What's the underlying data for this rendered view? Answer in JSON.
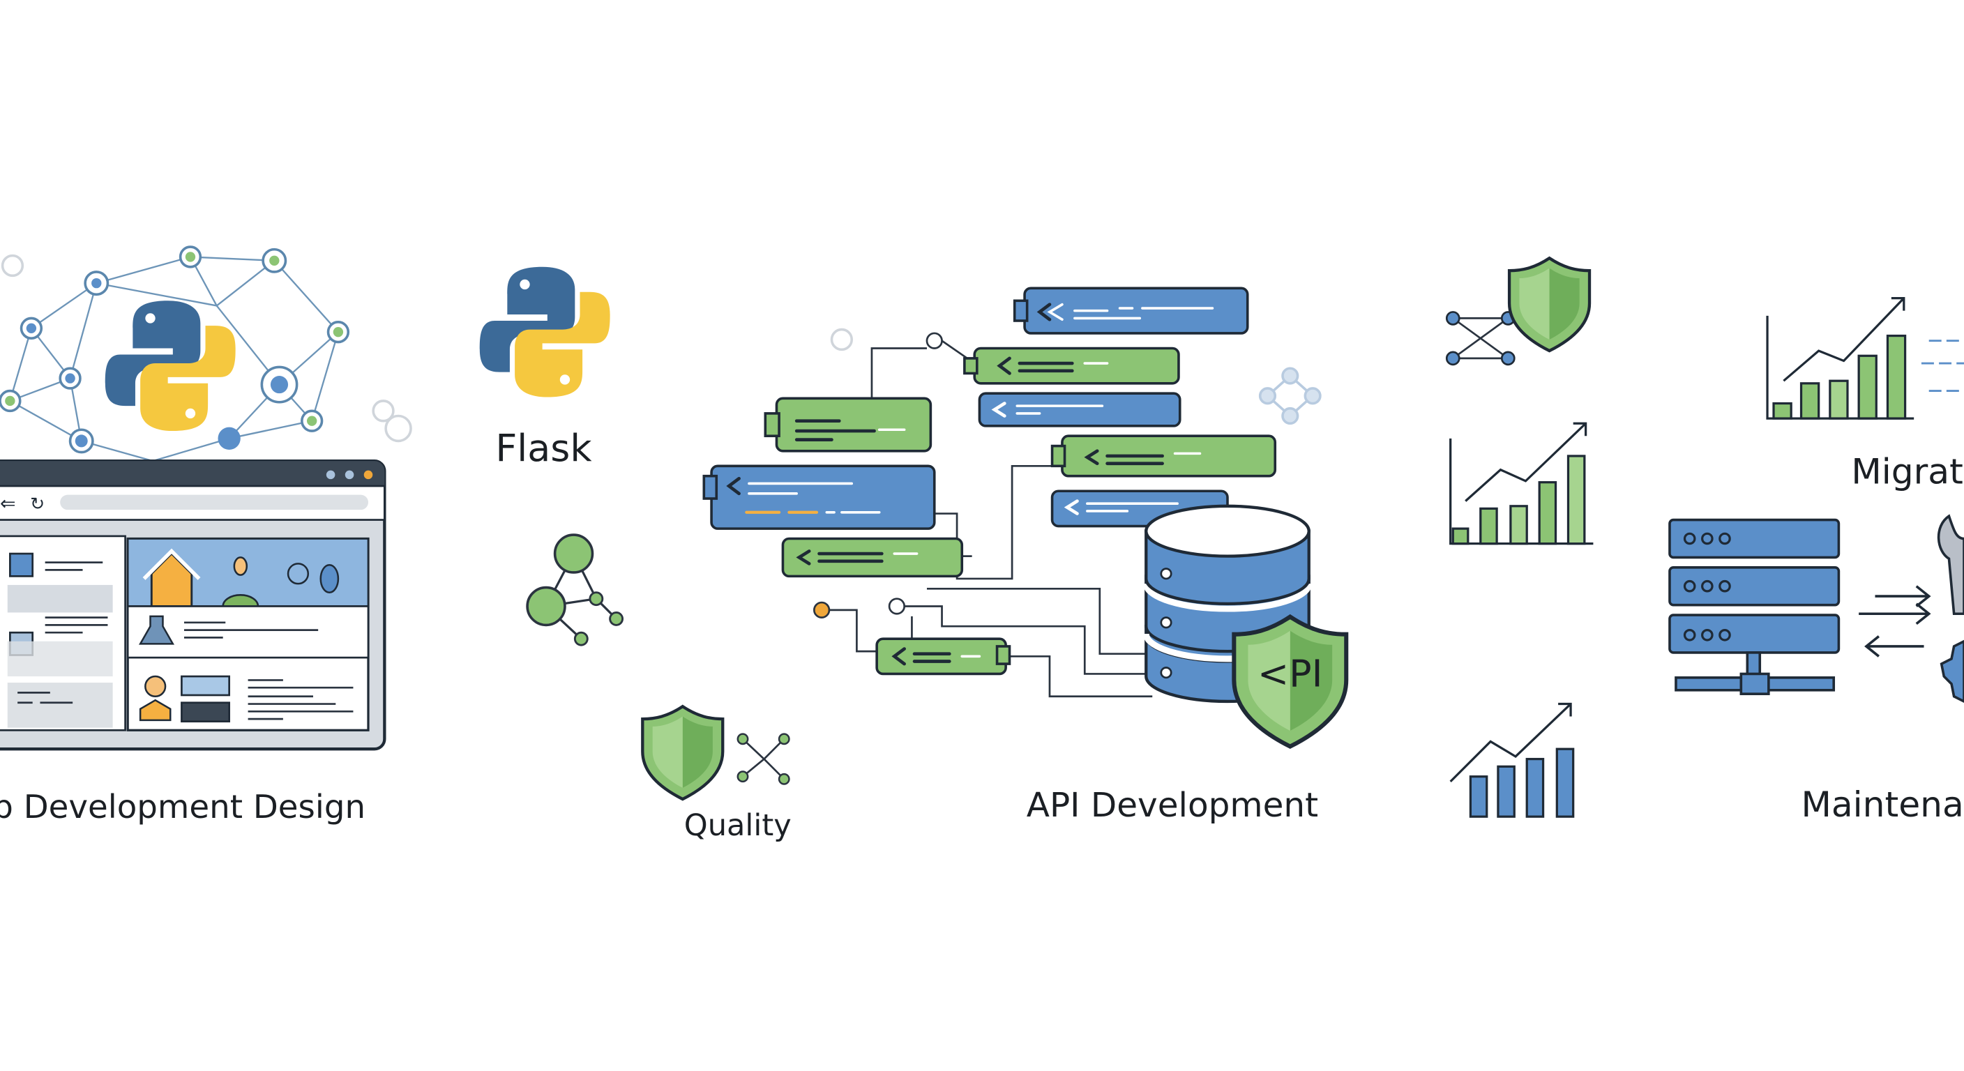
{
  "labels": {
    "web_design": "b Development Design",
    "flask": "Flask",
    "quality": "Quality",
    "api": "API Development",
    "migration": "Migrati",
    "maintenance": "Maintenar",
    "api_shield": "<PI"
  },
  "colors": {
    "blue": "#5b8fc9",
    "green": "#8cc474",
    "dark": "#1f2a36",
    "python_blue": "#3c6a98",
    "python_yellow": "#f5c83f",
    "orange": "#f0a73a",
    "gray": "#d6dbe1"
  },
  "icons": [
    "network-icon",
    "python-logo-icon",
    "browser-window-icon",
    "molecule-icon",
    "shield-icon",
    "code-block-icon",
    "database-icon",
    "bar-chart-icon",
    "server-rack-icon",
    "arrows-icon",
    "wrench-icon",
    "gear-icon"
  ]
}
